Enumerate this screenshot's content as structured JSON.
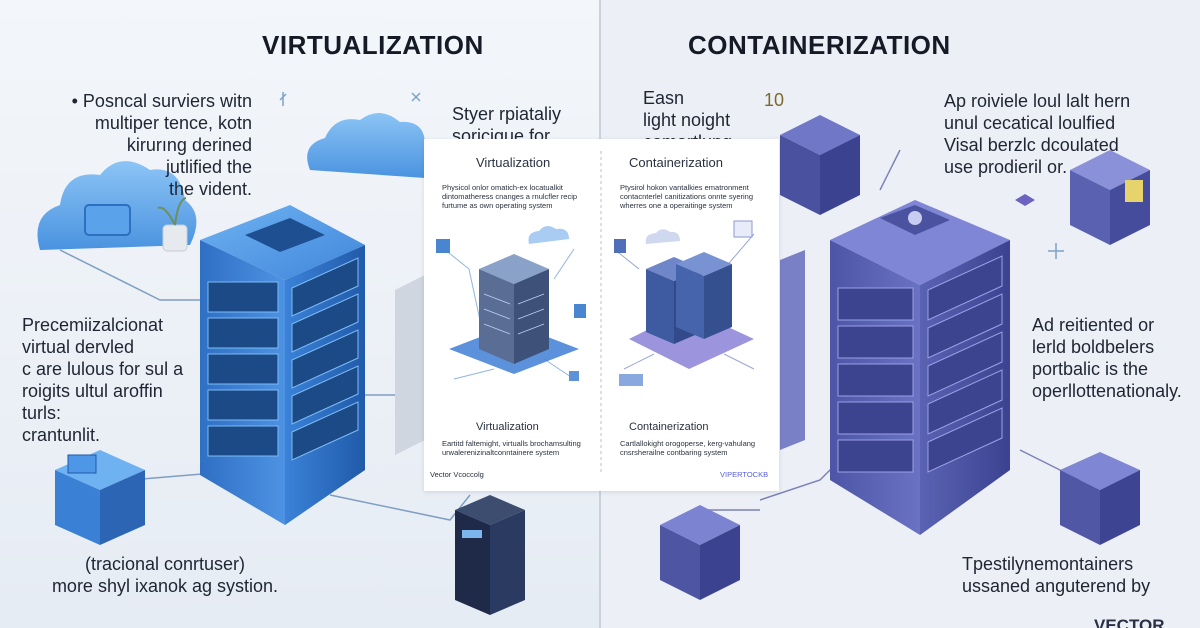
{
  "colors": {
    "virtualization_blue": "#4a8fe0",
    "container_indigo": "#5b63b6",
    "background": "#eef2f7",
    "divider": "#c9d1dc"
  },
  "left": {
    "title": "VIRTUALIZATION",
    "block1": [
      "• Posncal surviers witn",
      "multiper tence, kotn",
      "kirurıng derined",
      "jutlified the",
      "the vident."
    ],
    "block2": [
      "Precemiizalcionat",
      "virtual dervled",
      "c are lulous for sul a",
      "roigits ultul aroffin",
      "turls:",
      "crantunlit."
    ],
    "block3": [
      "(tracional conrtuser)",
      "more shyl ixanok ag systion."
    ],
    "mid_top": [
      "Styer rpiataliy",
      "soricique for"
    ]
  },
  "right": {
    "title": "CONTAINERIZATION",
    "block1": [
      "Easn",
      "light noight",
      "comartlung"
    ],
    "badge": "10",
    "block2": [
      "Ap roiviele loul lalt hern",
      "unul cecatical loulfied",
      "Visal berzlc dcoulated",
      "use prodieril or."
    ],
    "block3": [
      "Ad reitiented or",
      "lerld boldbelers",
      "portbalic is the",
      "operllottenationaly."
    ],
    "block4": [
      "Tpestilynemontainers",
      "ussaned anguterend by"
    ],
    "brand": "VECTOR"
  },
  "card": {
    "left_heading": "Virtualization",
    "left_desc": [
      "Physicol onlor omatich-ex locatualkit",
      "dintomatheress cnanges a rnulcfler recip",
      "furtume as own operating system"
    ],
    "right_heading": "Containerization",
    "right_desc": [
      "Ptysirol hokon vantalkies ematronment",
      "contacnterlel canitizations onnte syering",
      "wherres one a operaitinge system"
    ],
    "left_caption": "Virtualization",
    "left_caption_desc": [
      "Eartitd faltemight, virtualls brochamsulting",
      "urwalerenizinaltconntainere system"
    ],
    "right_caption": "Containerization",
    "right_caption_desc": [
      "Cartlallokight orogoperse, kerg-vahulang",
      "cnsrsherailne contbaring system"
    ],
    "footer_left": "Vector Vcoccolg",
    "footer_right": "VIPERTOCKB"
  }
}
